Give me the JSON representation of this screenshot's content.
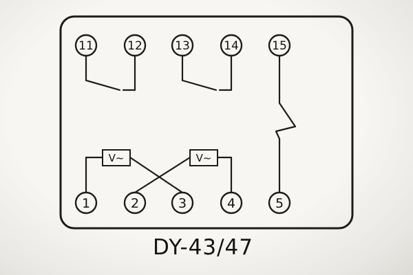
{
  "title": "DY-43/47",
  "terminals": {
    "top": [
      "11",
      "12",
      "13",
      "14",
      "15"
    ],
    "bottom": [
      "1",
      "2",
      "3",
      "4",
      "5"
    ]
  },
  "coils": [
    {
      "label": "V~"
    },
    {
      "label": "V~"
    }
  ],
  "colors": {
    "line": "#1c1c1c",
    "paper": "#f7f6f3"
  }
}
